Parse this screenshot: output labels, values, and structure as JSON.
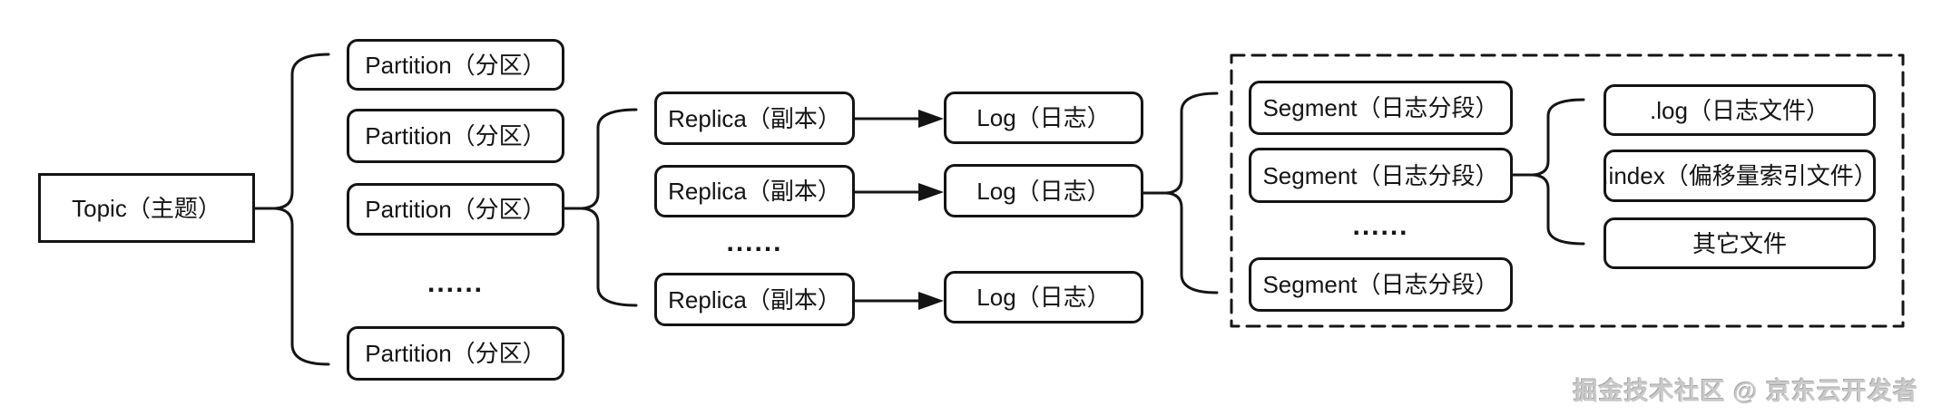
{
  "colors": {
    "stroke": "#141414",
    "background": "#ffffff",
    "watermark_gray": "#c9c9c9"
  },
  "watermark": {
    "text": "掘金技术社区 @ 京东云开发者"
  },
  "nodes": {
    "topic": {
      "label": "Topic（主题）"
    },
    "partitions": {
      "ellipsis": "......",
      "items": [
        {
          "label": "Partition（分区）"
        },
        {
          "label": "Partition（分区）"
        },
        {
          "label": "Partition（分区）"
        },
        {
          "label": "Partition（分区）"
        }
      ]
    },
    "replicas": {
      "ellipsis": "......",
      "items": [
        {
          "label": "Replica（副本）"
        },
        {
          "label": "Replica（副本）"
        },
        {
          "label": "Replica（副本）"
        }
      ]
    },
    "logs": {
      "items": [
        {
          "label": "Log（日志）"
        },
        {
          "label": "Log（日志）"
        },
        {
          "label": "Log（日志）"
        }
      ]
    },
    "segments": {
      "ellipsis": "......",
      "items": [
        {
          "label": "Segment（日志分段）"
        },
        {
          "label": "Segment（日志分段）"
        },
        {
          "label": "Segment（日志分段）"
        }
      ]
    },
    "files": {
      "items": [
        {
          "label": ".log（日志文件）"
        },
        {
          "label": ".index（偏移量索引文件）"
        },
        {
          "label": "其它文件"
        }
      ]
    }
  }
}
